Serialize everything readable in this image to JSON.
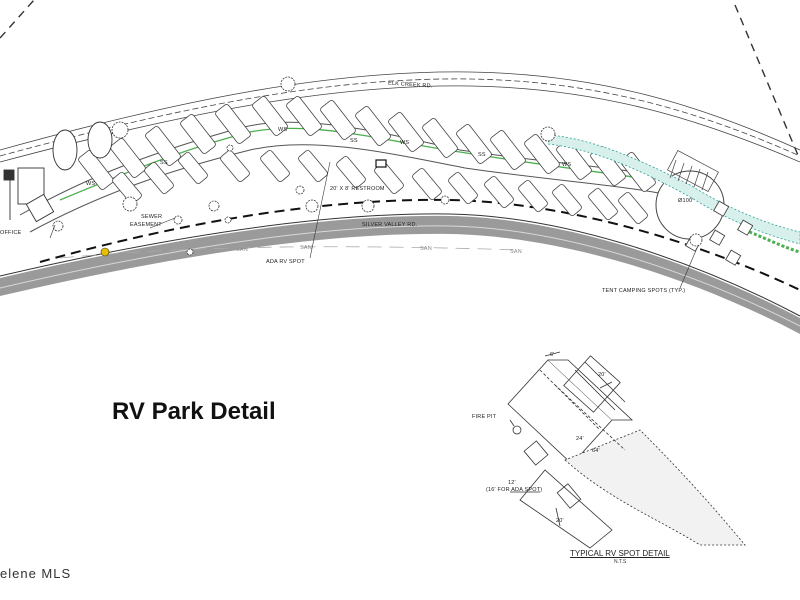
{
  "title": "RV Park Detail",
  "labels": {
    "road_north": "ELK CREEK RD.",
    "road_south": "SILVER VALLEY RD.",
    "office": "OFFICE",
    "sewer_easement_line1": "SEWER",
    "sewer_easement_line2": "EASEMENT",
    "restroom": "20' X 8' RESTROOM",
    "ada_spot": "ADA RV SPOT",
    "tent_spots": "TENT CAMPING SPOTS (TYP.)",
    "fire_pit": "FIRE PIT",
    "dim_12": "12'",
    "dim_16_ada": "(16' FOR ADA SPOT)",
    "dim_6": "6'",
    "dim_20a": "20'",
    "dim_20b": "20'",
    "dim_64": "64'",
    "dim_24": "24'",
    "pipe_ws": "WS",
    "pipe_ss": "SS",
    "sewer_code": "SAN",
    "circle_tag": "Ø100'"
  },
  "detail": {
    "title": "TYPICAL RV SPOT DETAIL",
    "subtitle": "N.T.S"
  },
  "watermark": "elene MLS",
  "colors": {
    "line": "#333333",
    "road_band": "#9a9a9a",
    "water_line": "#4caf50",
    "creek": "#2aa198",
    "ada_marker": "#e6c000"
  }
}
